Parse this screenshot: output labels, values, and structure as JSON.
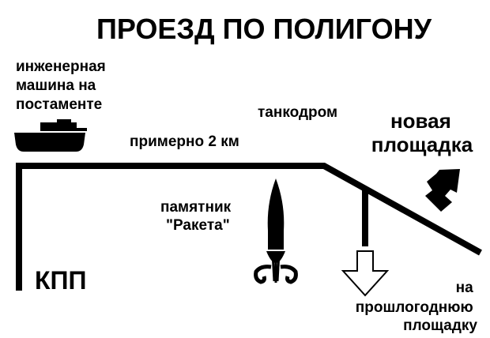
{
  "title": "ПРОЕЗД ПО ПОЛИГОНУ",
  "labels": {
    "engineering_machine": [
      "инженерная",
      "машина на",
      "постаменте"
    ],
    "distance": "примерно 2 км",
    "tank_range": "танкодром",
    "new_site": [
      "новая",
      "площадка"
    ],
    "monument": [
      "памятник",
      "\"Ракета\""
    ],
    "checkpoint": "КПП",
    "last_year_site": [
      "на",
      "прошлогоднюю",
      "площадку"
    ]
  },
  "icons": {
    "machine": "tank-icon",
    "monument": "rocket-icon",
    "new_site_direction": "arrow-up-right-icon",
    "last_year_direction": "arrow-down-outline-icon"
  },
  "colors": {
    "ink": "#000000",
    "background": "#ffffff"
  }
}
